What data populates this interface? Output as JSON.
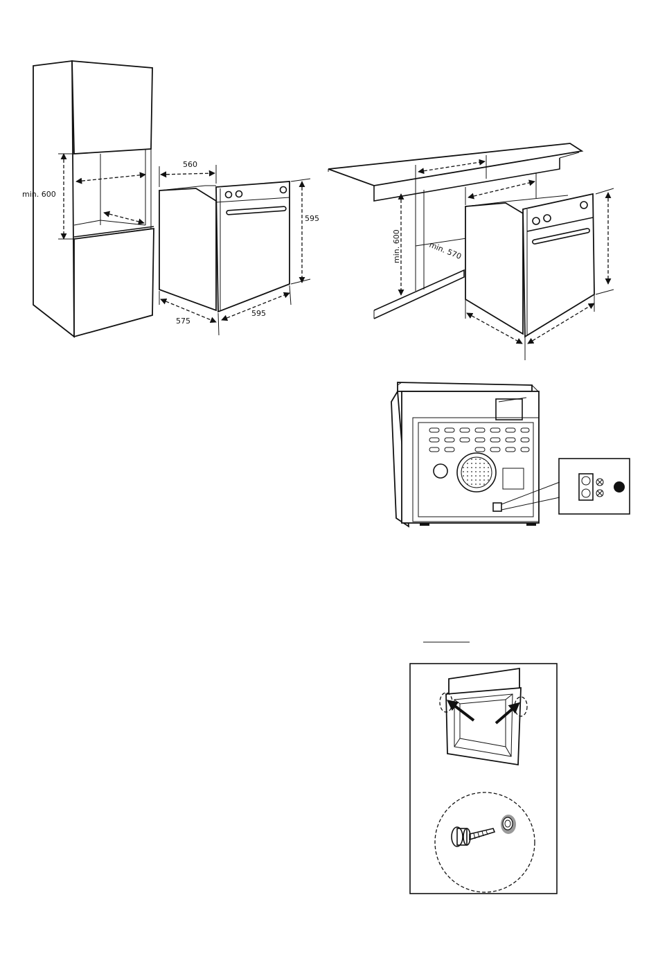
{
  "figure_1_tall_unit": {
    "dim_height": "min. 600"
  },
  "figure_2_oven": {
    "dim_depth_top": "560",
    "dim_height": "595",
    "dim_depth_bottom": "575",
    "dim_width": "595"
  },
  "figure_3_under_counter": {
    "dim_height": "min. 600",
    "dim_depth": "min. 570"
  },
  "colors": {
    "line": "#111111",
    "background": "#ffffff",
    "highlight": "#9a9a9a"
  },
  "icons": [
    "terminal-block-icon",
    "arrow-icon",
    "screw-icon",
    "bushing-icon"
  ]
}
